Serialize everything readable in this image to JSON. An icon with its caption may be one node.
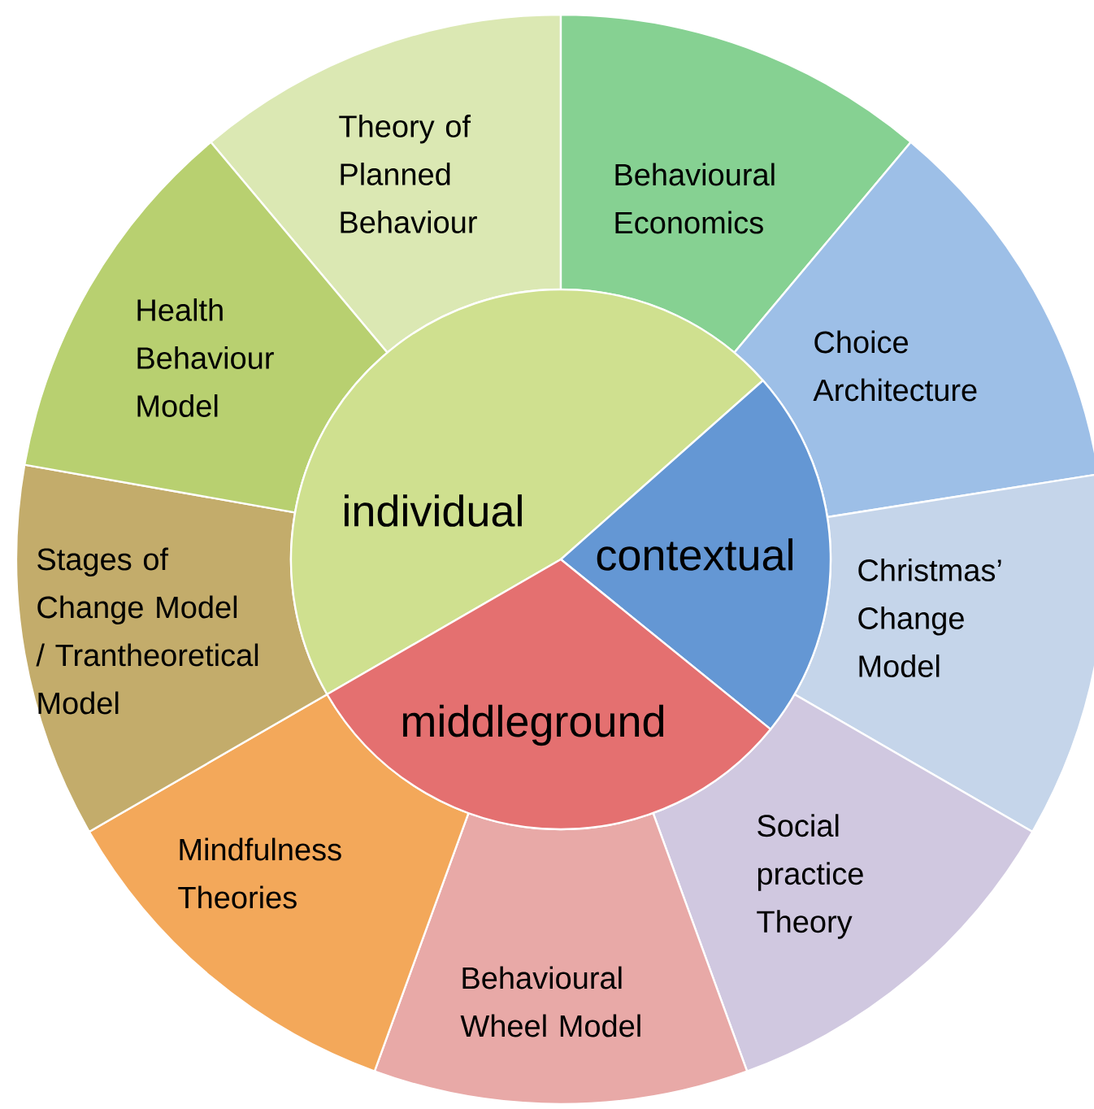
{
  "diagram": {
    "nodes": [
      {
        "text": [
          "Theory of Planned Behaviour"
        ]
      },
      {
        "text": [
          "Behavioural Economics"
        ]
      },
      {
        "text": [
          "Choice Architecture"
        ]
      },
      {
        "text": [
          "Christmas’ Change Model"
        ]
      },
      {
        "text": [
          "Social practice Theory"
        ]
      },
      {
        "text": [
          "Behavioural Wheel Model"
        ]
      },
      {
        "text": [
          "Mindfulness Theories"
        ]
      },
      {
        "text": [
          "Stages of Change Model / Trantheoretical Model"
        ]
      },
      {
        "text": [
          "Health Behaviour Model"
        ]
      },
      {
        "text": [
          "individual"
        ]
      },
      {
        "text": [
          "contextual"
        ]
      },
      {
        "text": [
          "middleground"
        ]
      }
    ]
  }
}
